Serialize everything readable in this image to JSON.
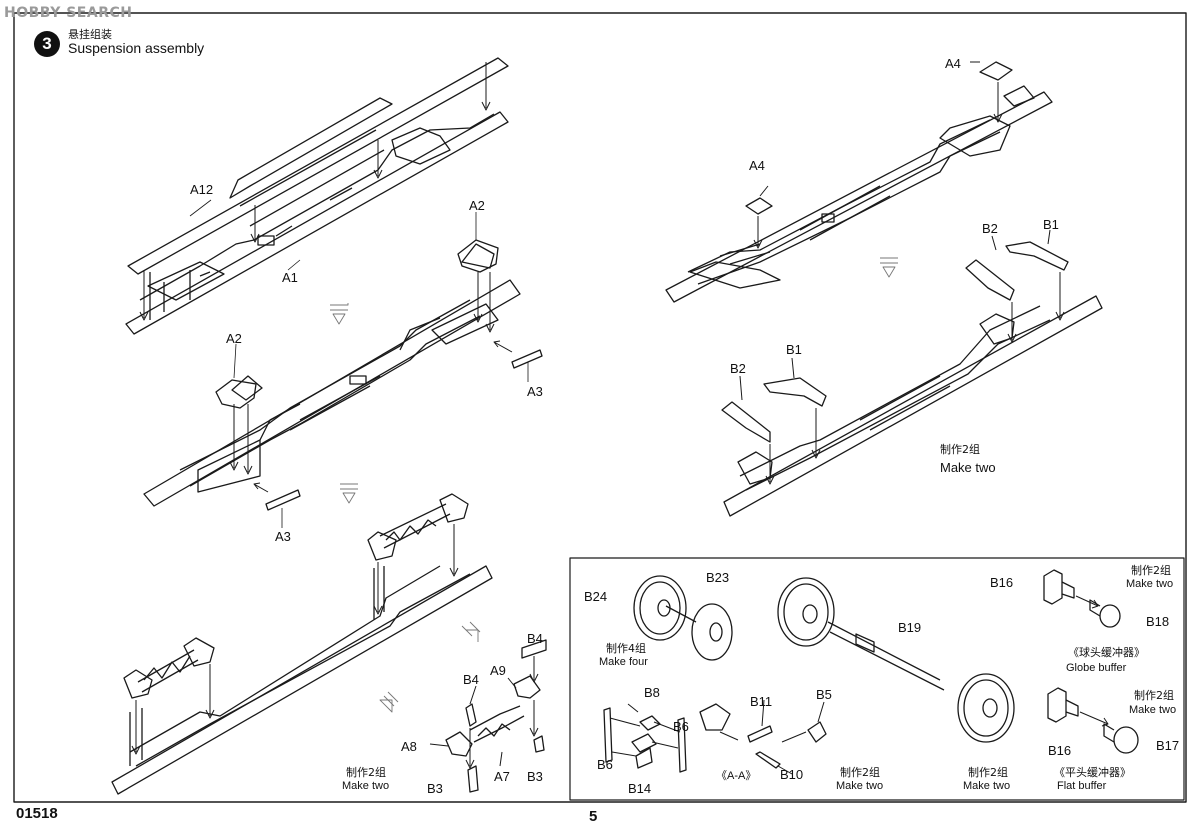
{
  "watermark": "HOBBY SEARCH",
  "step": {
    "number": "3",
    "title_cn": "悬挂组装",
    "title_en": "Suspension assembly"
  },
  "footer": {
    "code": "01518",
    "page": "5"
  },
  "labels": {
    "a12": "A12",
    "a1": "A1",
    "a2_top": "A2",
    "a2_mid": "A2",
    "a3_right": "A3",
    "a3_left": "A3",
    "a4_top": "A4",
    "a4_mid": "A4",
    "b2_right": "B2",
    "b1_right": "B1",
    "b1_left": "B1",
    "b2_left": "B2",
    "b4_left": "B4",
    "b4_right": "B4",
    "a9": "A9",
    "a8": "A8",
    "a7": "A7",
    "b3_left": "B3",
    "b3_right": "B3",
    "b24": "B24",
    "b23": "B23",
    "b19": "B19",
    "b16_top": "B16",
    "b18": "B18",
    "b16_bottom": "B16",
    "b17": "B17",
    "b8": "B8",
    "b6_right": "B6",
    "b6_left": "B6",
    "b14": "B14",
    "b11": "B11",
    "b5": "B5",
    "b10": "B10",
    "section_aa": "《A-A》"
  },
  "notes": {
    "make_two_cn": "制作2组",
    "make_two_en": "Make two",
    "make_four_cn": "制作4组",
    "make_four_en": "Make four",
    "globe_buffer_cn": "《球头缓冲器》",
    "globe_buffer_en": "Globe buffer",
    "flat_buffer_cn": "《平头缓冲器》",
    "flat_buffer_en": "Flat buffer"
  }
}
